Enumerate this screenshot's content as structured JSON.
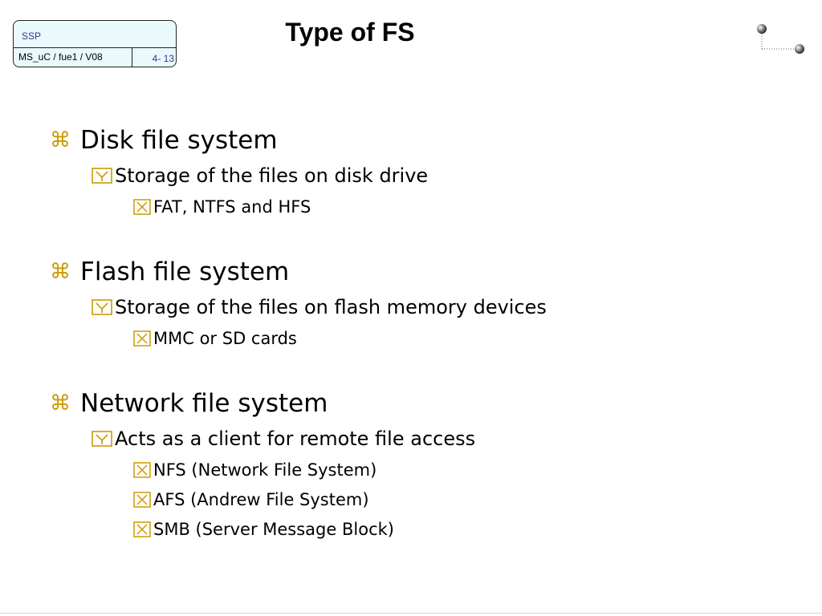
{
  "header": {
    "org": "SSP",
    "course": "MS_uC / fue1 / V08",
    "page": "4- 13"
  },
  "slide": {
    "title": "Type of FS",
    "sections": [
      {
        "heading": "Disk file system",
        "sub": "Storage of the files on disk drive",
        "items": [
          "FAT, NTFS and HFS"
        ]
      },
      {
        "heading": "Flash file system",
        "sub": "Storage of the files on flash memory devices",
        "items": [
          "MMC or SD cards"
        ]
      },
      {
        "heading": "Network file system",
        "sub": "Acts as a client for remote file access",
        "items": [
          "NFS (Network File System)",
          "AFS (Andrew File System)",
          "SMB (Server Message Block)"
        ]
      }
    ]
  },
  "icons": {
    "level1": "command-key-icon",
    "level2": "check-box-icon",
    "level3": "cross-box-icon",
    "accent": "#cc9a00"
  }
}
